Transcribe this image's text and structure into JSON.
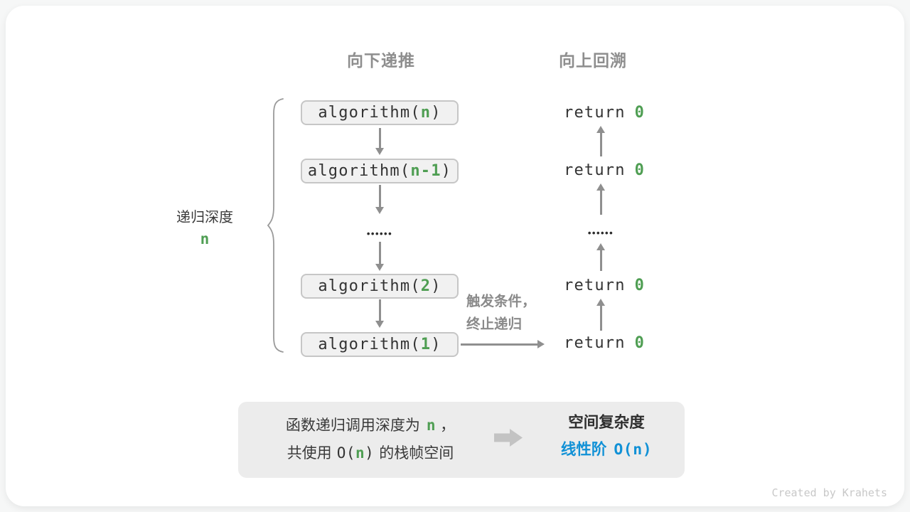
{
  "headers": {
    "descend": "向下递推",
    "backtrack": "向上回溯"
  },
  "depth_label": {
    "text": "递归深度",
    "value": "n"
  },
  "call_stack": [
    {
      "prefix": "algorithm(",
      "arg": "n",
      "suffix": ")"
    },
    {
      "prefix": "algorithm(",
      "arg": "n-1",
      "suffix": ")"
    },
    {
      "prefix": "algorithm(",
      "arg": "2",
      "suffix": ")"
    },
    {
      "prefix": "algorithm(",
      "arg": "1",
      "suffix": ")"
    }
  ],
  "ellipsis": "••••••",
  "returns": [
    {
      "keyword": "return",
      "value": "0"
    },
    {
      "keyword": "return",
      "value": "0"
    },
    {
      "keyword": "return",
      "value": "0"
    },
    {
      "keyword": "return",
      "value": "0"
    }
  ],
  "trigger_note": {
    "line1": "触发条件，",
    "line2": "终止递归"
  },
  "summary": {
    "line1_text": "函数递归调用深度为",
    "line1_arg": "n",
    "line1_punct": "，",
    "line2_pre": "共使用",
    "line2_code_open": "O(",
    "line2_code_arg": "n",
    "line2_code_close": ")",
    "line2_post": "的栈帧空间",
    "result_title": "空间复杂度",
    "result_label": "线性阶",
    "result_code": "O(n)"
  },
  "credit": "Created by Krahets",
  "colors": {
    "accent_green": "#4f9e53",
    "accent_blue": "#1191d6",
    "arrow_gray": "#8f8f8f",
    "box_fill": "#f1f1f1",
    "box_border": "#c6c6c6",
    "summary_fill": "#ececec"
  }
}
